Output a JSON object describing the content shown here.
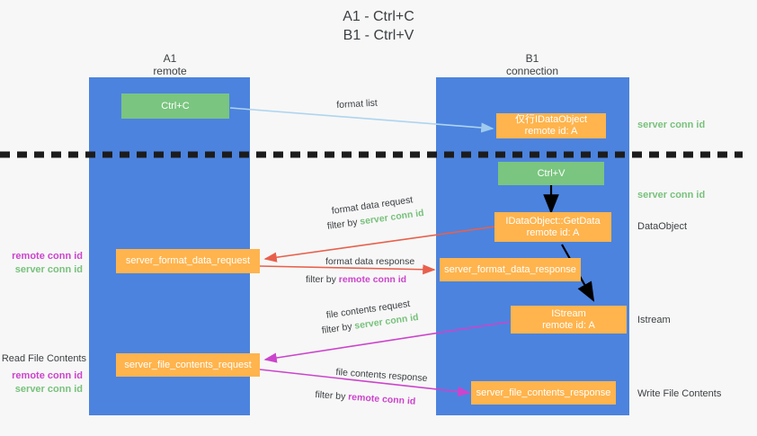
{
  "title": {
    "line1": "A1 - Ctrl+C",
    "line2": "B1 - Ctrl+V"
  },
  "columns": [
    {
      "name": "A1",
      "sub": "remote"
    },
    {
      "name": "B1",
      "sub": "connection"
    }
  ],
  "nodes": {
    "ctrl_c": "Ctrl+C",
    "ctrl_v": "Ctrl+V",
    "idataobject_title": "仅行IDataObject",
    "idataobject_sub": "remote id: A",
    "getdata_title": "IDataObject::GetData",
    "getdata_sub": "remote id: A",
    "istream_title": "IStream",
    "istream_sub": "remote id: A",
    "server_format_data_request": "server_format_data_request",
    "server_format_data_response": "server_format_data_response",
    "server_file_contents_request": "server_file_contents_request",
    "server_file_contents_response": "server_file_contents_response"
  },
  "edges": {
    "format_list": "format list",
    "format_data_request": "format data request",
    "format_data_request_filter_prefix": "filter by ",
    "format_data_request_filter_value": "server conn id",
    "format_data_response": "format data response",
    "format_data_response_filter_prefix": "filter by ",
    "format_data_response_filter_value": "remote conn id",
    "file_contents_request": "file contents request",
    "file_contents_request_filter_prefix": "filter by ",
    "file_contents_request_filter_value": "server conn id",
    "file_contents_response": "file contents response",
    "file_contents_response_filter_prefix": "filter by ",
    "file_contents_response_filter_value": "remote conn id"
  },
  "annotations": {
    "right_server_conn_id_1": "server conn id",
    "right_server_conn_id_2": "server conn id",
    "right_dataobject": "DataObject",
    "right_istream": "Istream",
    "right_write_file_contents": "Write File Contents",
    "left_remote_conn_id_1": "remote conn id",
    "left_server_conn_id_1": "server conn id",
    "left_read_file_contents": "Read File Contents",
    "left_remote_conn_id_2": "remote conn id",
    "left_server_conn_id_2": "server conn id"
  },
  "colors": {
    "background": "#f7f7f7",
    "lane": "#4c83de",
    "green_node": "#7ac57f",
    "orange_node": "#ffb44d",
    "light_blue_arrow": "#aed4f0",
    "red_arrow": "#e8604c",
    "magenta_arrow": "#cc44cc",
    "black_arrow": "#000000",
    "green_text": "#78c17c",
    "purple_text": "#cc44cc",
    "text": "#3c4043"
  }
}
